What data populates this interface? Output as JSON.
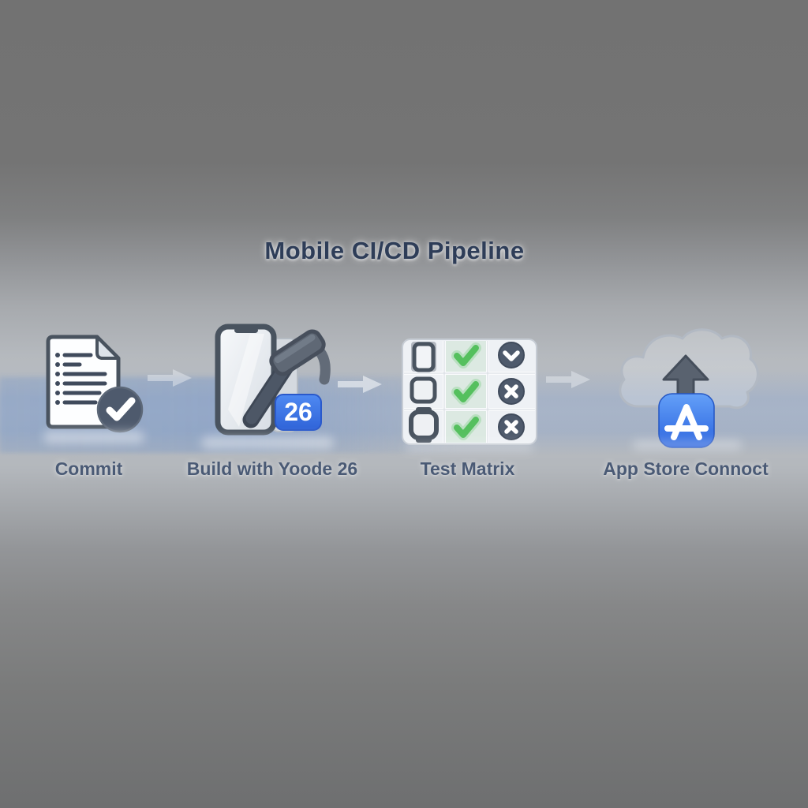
{
  "title": "Mobile CI/CD Pipeline",
  "stages": [
    {
      "id": "commit",
      "label": "Commit",
      "icon": "document-checklist-check-icon"
    },
    {
      "id": "build",
      "label": "Build with Yoode 26",
      "icon": "phone-hammer-icon",
      "badge": "26"
    },
    {
      "id": "test",
      "label": "Test Matrix",
      "icon": "device-test-matrix-icon"
    },
    {
      "id": "deploy",
      "label": "App Store Connoct",
      "icon": "cloud-upload-appstore-icon"
    }
  ],
  "test_matrix": {
    "device_column": [
      "phone-icon",
      "square-watch-icon",
      "band-watch-icon"
    ],
    "middle_column": [
      "green-check",
      "green-check",
      "green-check"
    ],
    "result_column": [
      "chevron-circle",
      "cross-circle",
      "cross-circle"
    ]
  },
  "connectors": [
    "right-arrow-icon",
    "right-arrow-icon",
    "right-arrow-icon"
  ],
  "colors": {
    "title_text": "#2e3d58",
    "label_text": "#4a5a75",
    "slate_outline": "#49535f",
    "badge_blue": "#3a6fe3",
    "appstore_blue_top": "#64a0f8",
    "appstore_blue_bottom": "#2a63de",
    "check_green": "#55c05e",
    "band_blue": "#7898cd"
  }
}
